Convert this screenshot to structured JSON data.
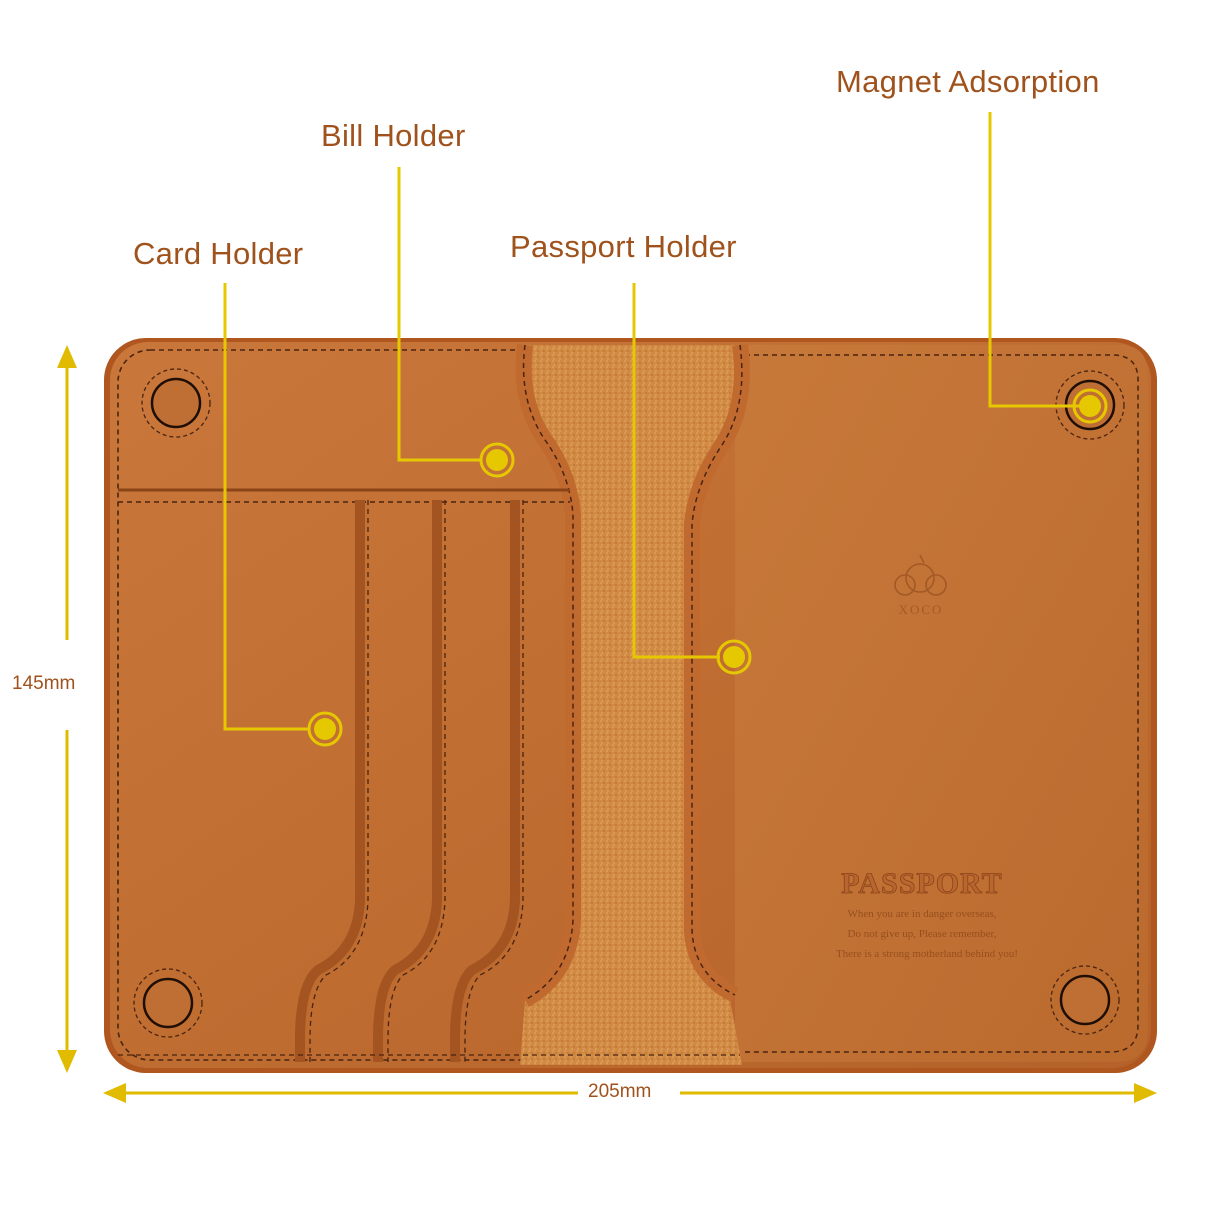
{
  "callouts": {
    "magnet": {
      "label": "Magnet Adsorption"
    },
    "bill": {
      "label": "Bill Holder"
    },
    "card": {
      "label": "Card Holder"
    },
    "passport": {
      "label": "Passport Holder"
    }
  },
  "dimensions": {
    "height": "145mm",
    "width": "205mm"
  },
  "emboss": {
    "brand": "XOCO",
    "title": "PASSPORT",
    "lines": [
      "When you are in danger overseas,",
      "Do not give up, Please remember,",
      "There is a strong motherland behind you!"
    ]
  },
  "colors": {
    "label_text": "#a0521c",
    "callout_yellow": "#e6c800",
    "leather": "#c26a2e",
    "leather_dark": "#a3521d",
    "suede": "#d08a42",
    "stitch": "#4a2410"
  }
}
